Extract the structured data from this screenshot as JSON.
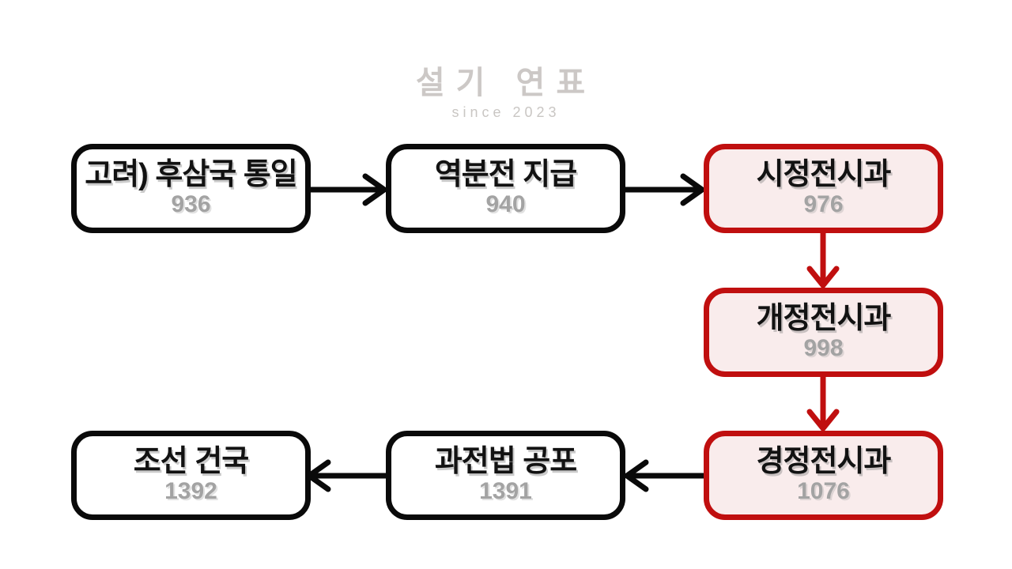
{
  "watermark": {
    "title": "설기 연표",
    "subtitle": "since 2023"
  },
  "colors": {
    "black": "#0a0a0a",
    "red": "#c00f0f",
    "pink_fill": "#f9ecec",
    "white_fill": "#ffffff",
    "year_gray": "#a3a3a3",
    "watermark_gray": "#c7c3c0",
    "bg": "#ffffff"
  },
  "nodes": [
    {
      "id": "goryeo-unification",
      "label": "고려) 후삼국 통일",
      "year": "936",
      "variant": "black"
    },
    {
      "id": "yeokbunjeon-payment",
      "label": "역분전 지급",
      "year": "940",
      "variant": "black"
    },
    {
      "id": "sijeong-jeonsigwa",
      "label": "시정전시과",
      "year": "976",
      "variant": "red"
    },
    {
      "id": "gaejeong-jeonsigwa",
      "label": "개정전시과",
      "year": "998",
      "variant": "red"
    },
    {
      "id": "gyeongjeong-jeonsigwa",
      "label": "경정전시과",
      "year": "1076",
      "variant": "red"
    },
    {
      "id": "gwajeonbeop-promulgation",
      "label": "과전법 공포",
      "year": "1391",
      "variant": "black"
    },
    {
      "id": "joseon-founding",
      "label": "조선 건국",
      "year": "1392",
      "variant": "black"
    }
  ],
  "edges": [
    {
      "from": "goryeo-unification",
      "to": "yeokbunjeon-payment",
      "direction": "right",
      "color": "black"
    },
    {
      "from": "yeokbunjeon-payment",
      "to": "sijeong-jeonsigwa",
      "direction": "right",
      "color": "black"
    },
    {
      "from": "sijeong-jeonsigwa",
      "to": "gaejeong-jeonsigwa",
      "direction": "down",
      "color": "red"
    },
    {
      "from": "gaejeong-jeonsigwa",
      "to": "gyeongjeong-jeonsigwa",
      "direction": "down",
      "color": "red"
    },
    {
      "from": "gyeongjeong-jeonsigwa",
      "to": "gwajeonbeop-promulgation",
      "direction": "left",
      "color": "black"
    },
    {
      "from": "gwajeonbeop-promulgation",
      "to": "joseon-founding",
      "direction": "left",
      "color": "black"
    }
  ]
}
